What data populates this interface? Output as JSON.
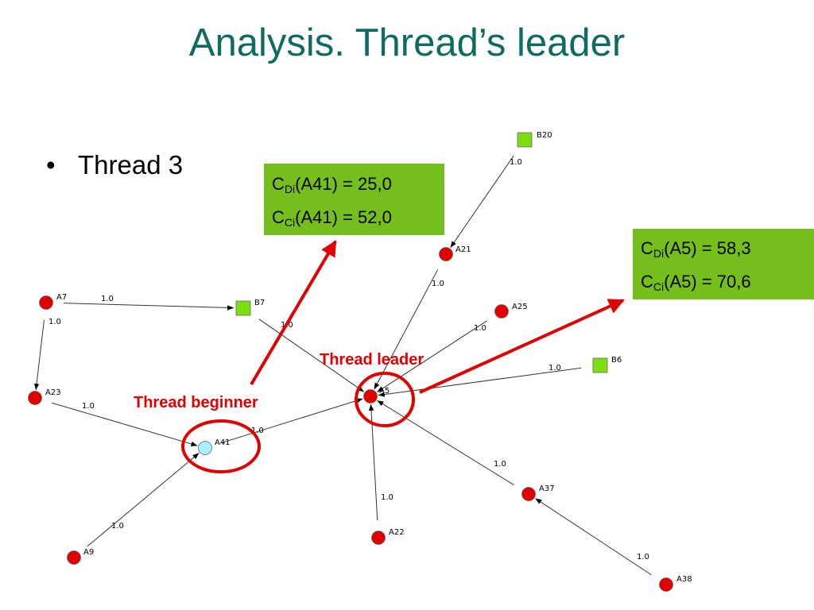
{
  "title": "Analysis. Thread’s leader",
  "bullet": {
    "marker": "•",
    "text": "Thread 3"
  },
  "metrics": {
    "a41": [
      {
        "base": "C",
        "sub": "Di",
        "expr": "(A41) = 25,0"
      },
      {
        "base": "C",
        "sub": "Ci",
        "expr": "(A41) = 52,0"
      }
    ],
    "a5": [
      {
        "base": "C",
        "sub": "Di",
        "expr": "(A5) = 58,3"
      },
      {
        "base": "C",
        "sub": "Ci",
        "expr": "(A5) = 70,6"
      }
    ]
  },
  "annotations": {
    "leader": "Thread leader",
    "beginner": "Thread beginner"
  },
  "colors": {
    "title": "#0f6a62",
    "box": "#74bf1c",
    "node_red": "#e00000",
    "node_green": "#7ddf12",
    "node_cyan": "#a8f0ff",
    "highlight": "#e00000"
  },
  "graph": {
    "nodes": [
      {
        "id": "B20",
        "shape": "square",
        "color": "green"
      },
      {
        "id": "A21",
        "shape": "circle",
        "color": "red"
      },
      {
        "id": "A25",
        "shape": "circle",
        "color": "red"
      },
      {
        "id": "B6",
        "shape": "square",
        "color": "green"
      },
      {
        "id": "A7",
        "shape": "circle",
        "color": "red"
      },
      {
        "id": "B7",
        "shape": "square",
        "color": "green"
      },
      {
        "id": "A23",
        "shape": "circle",
        "color": "red"
      },
      {
        "id": "A41",
        "shape": "circle",
        "color": "cyan"
      },
      {
        "id": "A5",
        "shape": "circle",
        "color": "red"
      },
      {
        "id": "A9",
        "shape": "circle",
        "color": "red"
      },
      {
        "id": "A22",
        "shape": "circle",
        "color": "red"
      },
      {
        "id": "A37",
        "shape": "circle",
        "color": "red"
      },
      {
        "id": "A38",
        "shape": "circle",
        "color": "red"
      }
    ],
    "edges": [
      {
        "from": "B20",
        "to": "A21",
        "weight": "1.0"
      },
      {
        "from": "A21",
        "to": "A5",
        "weight": "1.0"
      },
      {
        "from": "A25",
        "to": "A5",
        "weight": "1.0"
      },
      {
        "from": "B6",
        "to": "A5",
        "weight": "1.0"
      },
      {
        "from": "A7",
        "to": "B7",
        "weight": "1.0"
      },
      {
        "from": "A7",
        "to": "A23",
        "weight": "1.0"
      },
      {
        "from": "B7",
        "to": "A5",
        "weight": "1.0"
      },
      {
        "from": "A23",
        "to": "A41",
        "weight": "1.0"
      },
      {
        "from": "A41",
        "to": "A5",
        "weight": "1.0"
      },
      {
        "from": "A9",
        "to": "A41",
        "weight": "1.0"
      },
      {
        "from": "A22",
        "to": "A5",
        "weight": "1.0"
      },
      {
        "from": "A37",
        "to": "A5",
        "weight": "1.0"
      },
      {
        "from": "A38",
        "to": "A37",
        "weight": "1.0"
      }
    ]
  }
}
